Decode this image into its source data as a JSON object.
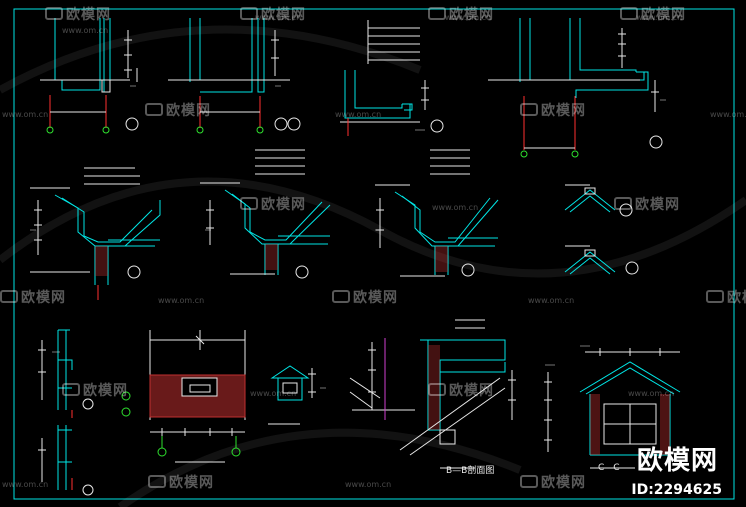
{
  "watermark": {
    "brand": "欧模网",
    "url": "www.om.cn",
    "id_text": "ID:2294625"
  },
  "section_labels": {
    "bb": "B—B剖面图",
    "cc": "C—C"
  },
  "colors": {
    "background": "#000000",
    "line_cyan": "#00e5e5",
    "line_white": "#e8e8e8",
    "line_red": "#ff3030",
    "line_green": "#2ee02e",
    "line_magenta": "#d040d0",
    "hatch_red": "#c03030"
  }
}
